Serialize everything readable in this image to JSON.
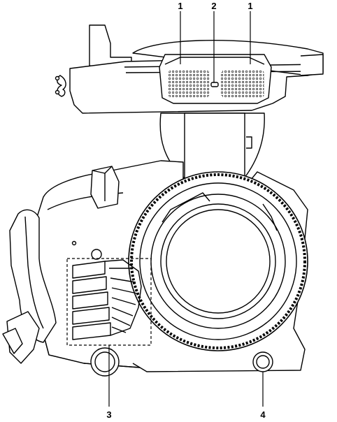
{
  "callouts": [
    {
      "number": "1",
      "part": "internal-microphone"
    },
    {
      "number": "2",
      "part": "microphone-center"
    },
    {
      "number": "1",
      "part": "internal-microphone"
    },
    {
      "number": "3",
      "part": "air-intake-vent"
    },
    {
      "number": "4",
      "part": "side-button"
    }
  ],
  "colors": {
    "line": "#000000",
    "body": "#ffffff",
    "hatch": "#444444"
  }
}
